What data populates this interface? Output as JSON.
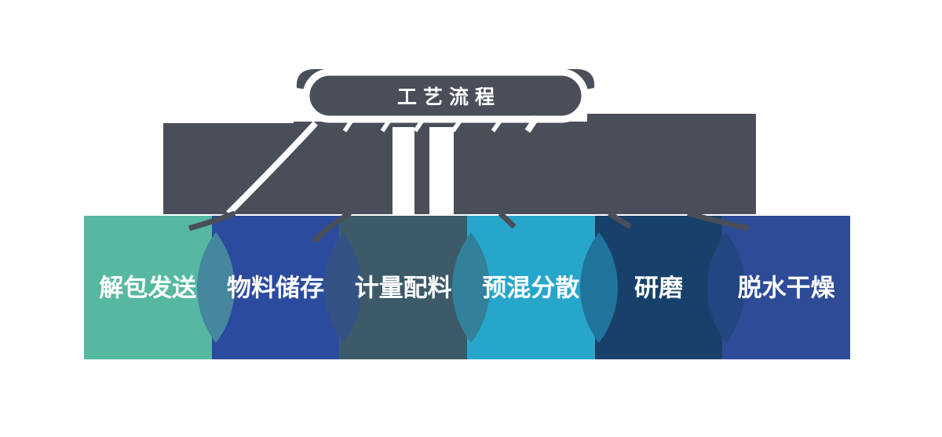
{
  "title_pill": {
    "label": "工艺流程"
  },
  "colors": {
    "connector": "#4a4e59",
    "pill_background": "#4a4e59",
    "pill_border": "#ffffff",
    "label_text": "#ffffff",
    "background": "#ffffff"
  },
  "steps": [
    {
      "label": "解包发送",
      "color": "#56b8a1"
    },
    {
      "label": "物料储存",
      "color": "#2b4b9e"
    },
    {
      "label": "计量配料",
      "color": "#3d5a69"
    },
    {
      "label": "预混分散",
      "color": "#27a6cb"
    },
    {
      "label": "研磨",
      "color": "#17416b"
    },
    {
      "label": "脱水干燥",
      "color": "#2d4b97"
    }
  ],
  "junctions": [
    {
      "color": "#44879f"
    },
    {
      "color": "#345384"
    },
    {
      "color": "#32809a"
    },
    {
      "color": "#20749b"
    },
    {
      "color": "#224681"
    }
  ]
}
